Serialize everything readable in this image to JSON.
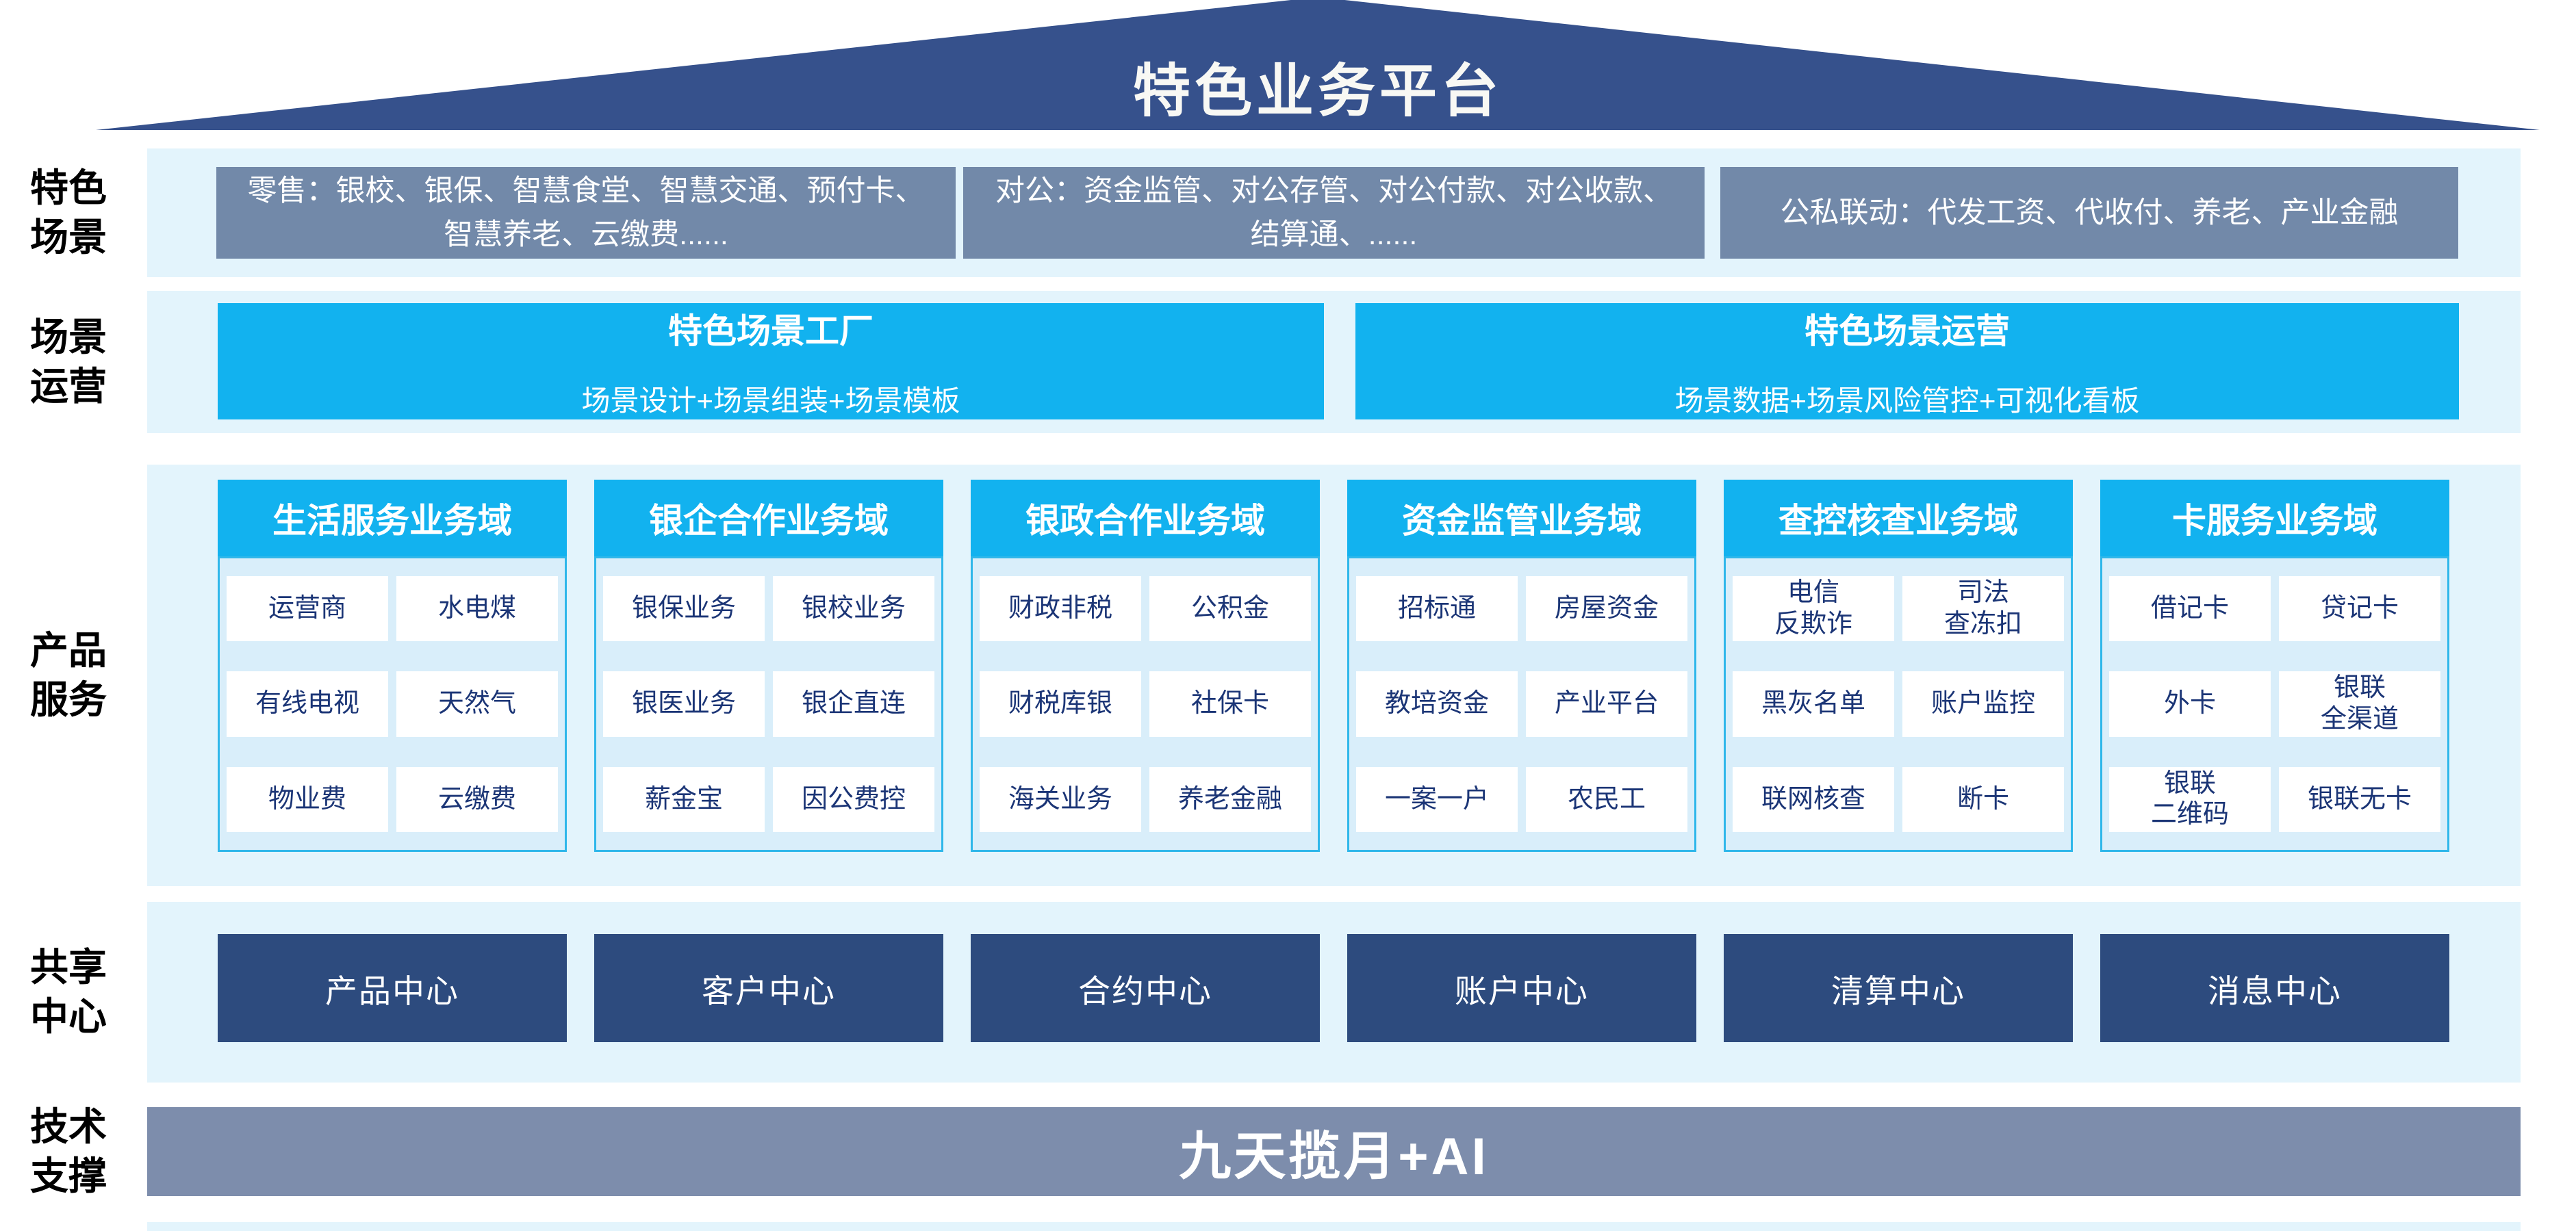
{
  "title": "特色业务平台",
  "side_labels": [
    "特色\n场景",
    "场景\n运营",
    "产品\n服务",
    "共享\n中心",
    "技术\n支撑"
  ],
  "scene_row": {
    "boxes": [
      "零售：银校、银保、智慧食堂、智慧交通、预付卡、智慧养老、云缴费......",
      "对公：资金监管、对公存管、对公付款、对公收款、结算通、......",
      "公私联动：代发工资、代收付、养老、产业金融"
    ]
  },
  "operation_row": {
    "boxes": [
      {
        "title": "特色场景工厂",
        "subtitle": "场景设计+场景组装+场景模板"
      },
      {
        "title": "特色场景运营",
        "subtitle": "场景数据+场景风险管控+可视化看板"
      }
    ]
  },
  "product_row": {
    "columns": [
      {
        "header": "生活服务业务域",
        "cells": [
          "运营商",
          "水电煤",
          "有线电视",
          "天然气",
          "物业费",
          "云缴费"
        ]
      },
      {
        "header": "银企合作业务域",
        "cells": [
          "银保业务",
          "银校业务",
          "银医业务",
          "银企直连",
          "薪金宝",
          "因公费控"
        ]
      },
      {
        "header": "银政合作业务域",
        "cells": [
          "财政非税",
          "公积金",
          "财税库银",
          "社保卡",
          "海关业务",
          "养老金融"
        ]
      },
      {
        "header": "资金监管业务域",
        "cells": [
          "招标通",
          "房屋资金",
          "教培资金",
          "产业平台",
          "一案一户",
          "农民工"
        ]
      },
      {
        "header": "查控核查业务域",
        "cells": [
          "电信\n反欺诈",
          "司法\n查冻扣",
          "黑灰名单",
          "账户监控",
          "联网核查",
          "断卡"
        ]
      },
      {
        "header": "卡服务业务域",
        "cells": [
          "借记卡",
          "贷记卡",
          "外卡",
          "银联\n全渠道",
          "银联\n二维码",
          "银联无卡"
        ]
      }
    ]
  },
  "share_row": {
    "centers": [
      "产品中心",
      "客户中心",
      "合约中心",
      "账户中心",
      "清算中心",
      "消息中心"
    ]
  },
  "tech_row": {
    "text": "九天揽月+AI"
  },
  "colors": {
    "roof_navy": "#36518c",
    "scene_gray_blue": "#7289a9",
    "accent_cyan": "#12b2ef",
    "band_light_blue": "#e3f4fc",
    "column_body_blue": "#d9eefa",
    "center_navy": "#2d4b7e",
    "tech_bar_gray": "#7d8dac",
    "cell_text_navy": "#1b3576"
  }
}
